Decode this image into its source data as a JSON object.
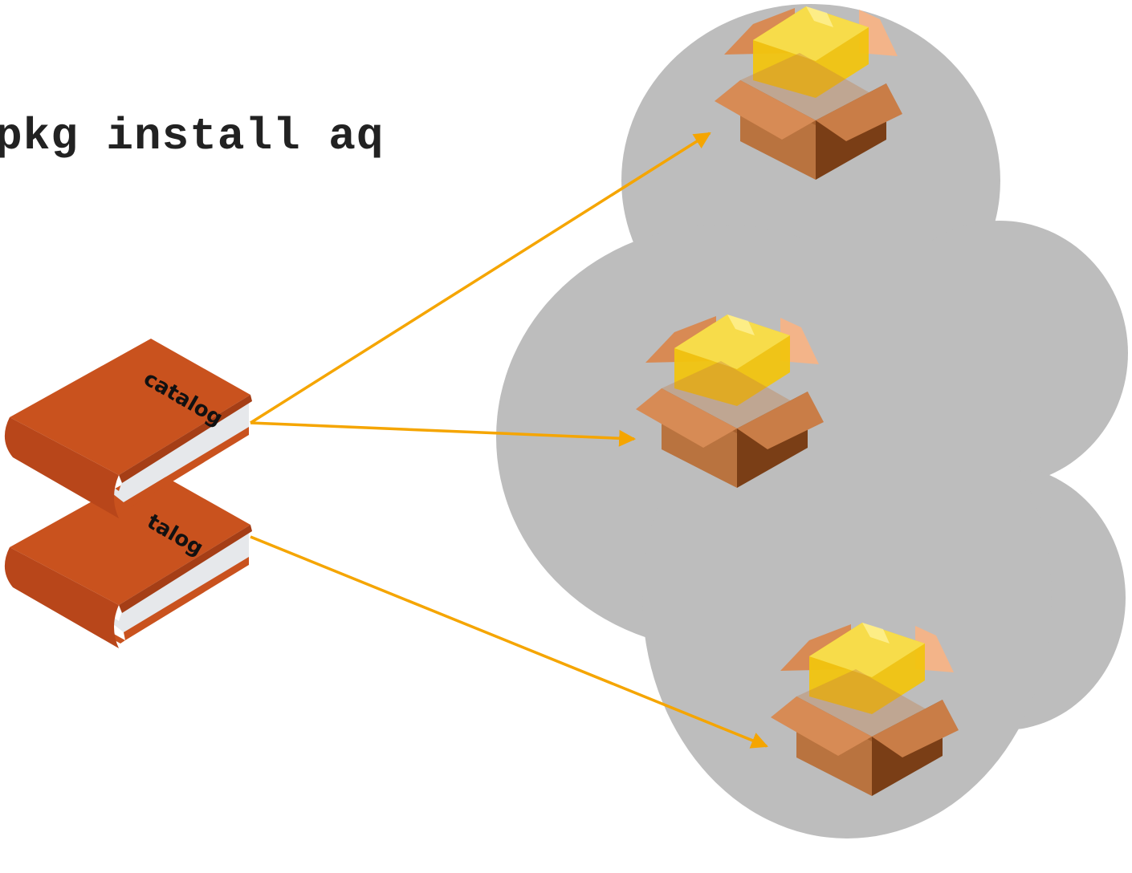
{
  "command": "pkg install aq",
  "catalogs": [
    {
      "label": "catalog"
    },
    {
      "label": "talog"
    }
  ],
  "packages": [
    {
      "icon": "package-icon"
    },
    {
      "icon": "package-icon"
    },
    {
      "icon": "package-icon"
    }
  ],
  "colors": {
    "cloud": "#bdbdbd",
    "arrow": "#f5a500",
    "book_cover": "#c9521e",
    "book_pages": "#e6e8eb",
    "box": "#b9733f",
    "box_dark": "#7a3e16",
    "box_content": "#f1c40f"
  }
}
